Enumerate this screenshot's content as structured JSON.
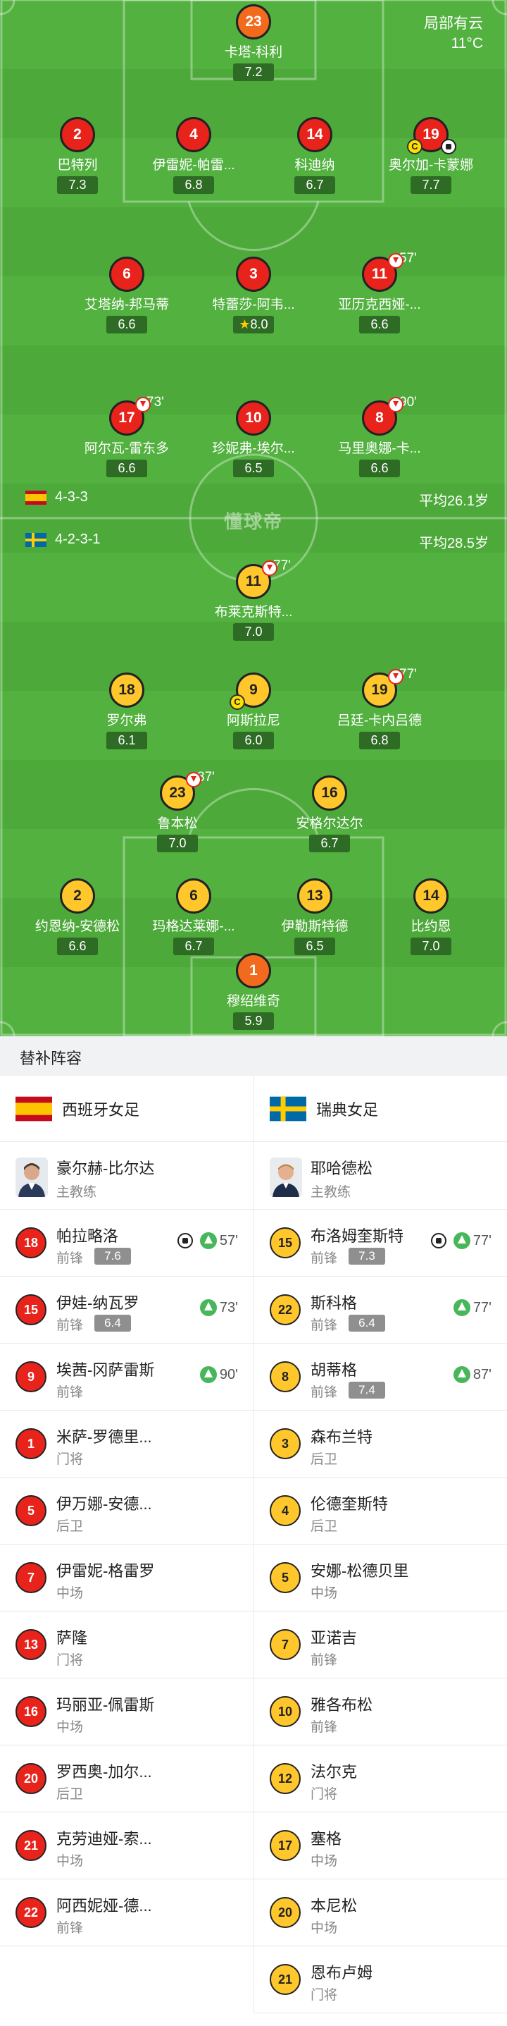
{
  "weather": {
    "condition": "局部有云",
    "temperature": "11°C"
  },
  "watermark": "懂球帝",
  "home_team": {
    "name": "西班牙女足",
    "formation": "4-3-3",
    "avg_age": "平均26.1岁",
    "players": [
      {
        "num": "23",
        "name": "卡塔-科利",
        "rating": "7.2"
      },
      {
        "num": "2",
        "name": "巴特列",
        "rating": "7.3"
      },
      {
        "num": "4",
        "name": "伊雷妮-帕雷...",
        "rating": "6.8"
      },
      {
        "num": "14",
        "name": "科迪纳",
        "rating": "6.7"
      },
      {
        "num": "19",
        "name": "奥尔加-卡蒙娜",
        "rating": "7.7",
        "captain": "C"
      },
      {
        "num": "6",
        "name": "艾塔纳-邦马蒂",
        "rating": "6.6"
      },
      {
        "num": "3",
        "name": "特蕾莎-阿韦...",
        "rating": "8.0"
      },
      {
        "num": "11",
        "name": "亚历克西娅-...",
        "rating": "6.6",
        "sub_minute": "57'"
      },
      {
        "num": "17",
        "name": "阿尔瓦-雷东多",
        "rating": "6.6",
        "sub_minute": "73'"
      },
      {
        "num": "10",
        "name": "珍妮弗-埃尔...",
        "rating": "6.5"
      },
      {
        "num": "8",
        "name": "马里奥娜-卡...",
        "rating": "6.6",
        "sub_minute": "90'"
      }
    ]
  },
  "away_team": {
    "name": "瑞典女足",
    "formation": "4-2-3-1",
    "avg_age": "平均28.5岁",
    "players": [
      {
        "num": "11",
        "name": "布莱克斯特...",
        "rating": "7.0",
        "sub_minute": "77'"
      },
      {
        "num": "18",
        "name": "罗尔弗",
        "rating": "6.1"
      },
      {
        "num": "9",
        "name": "阿斯拉尼",
        "rating": "6.0",
        "captain": "C"
      },
      {
        "num": "19",
        "name": "吕廷-卡内吕德",
        "rating": "6.8",
        "sub_minute": "77'"
      },
      {
        "num": "23",
        "name": "鲁本松",
        "rating": "7.0",
        "sub_minute": "87'"
      },
      {
        "num": "16",
        "name": "安格尔达尔",
        "rating": "6.7"
      },
      {
        "num": "2",
        "name": "约恩纳-安德松",
        "rating": "6.6"
      },
      {
        "num": "6",
        "name": "玛格达莱娜-...",
        "rating": "6.7"
      },
      {
        "num": "13",
        "name": "伊勒斯特德",
        "rating": "6.5"
      },
      {
        "num": "14",
        "name": "比约恩",
        "rating": "7.0"
      },
      {
        "num": "1",
        "name": "穆绍维奇",
        "rating": "5.9"
      }
    ]
  },
  "subs": {
    "header": "替补阵容",
    "home": {
      "team_name": "西班牙女足",
      "coach": {
        "name": "豪尔赫-比尔达",
        "role": "主教练"
      },
      "players": [
        {
          "num": "18",
          "name": "帕拉略洛",
          "pos": "前锋",
          "rating": "7.6",
          "minute": "57'",
          "goal": true
        },
        {
          "num": "15",
          "name": "伊娃-纳瓦罗",
          "pos": "前锋",
          "rating": "6.4",
          "minute": "73'"
        },
        {
          "num": "9",
          "name": "埃茜-冈萨雷斯",
          "pos": "前锋",
          "minute": "90'"
        },
        {
          "num": "1",
          "name": "米萨-罗德里...",
          "pos": "门将"
        },
        {
          "num": "5",
          "name": "伊万娜-安德...",
          "pos": "后卫"
        },
        {
          "num": "7",
          "name": "伊雷妮-格雷罗",
          "pos": "中场"
        },
        {
          "num": "13",
          "name": "萨隆",
          "pos": "门将"
        },
        {
          "num": "16",
          "name": "玛丽亚-佩雷斯",
          "pos": "中场"
        },
        {
          "num": "20",
          "name": "罗西奥-加尔...",
          "pos": "后卫"
        },
        {
          "num": "21",
          "name": "克劳迪娅-索...",
          "pos": "中场"
        },
        {
          "num": "22",
          "name": "阿西妮娅-德...",
          "pos": "前锋"
        }
      ]
    },
    "away": {
      "team_name": "瑞典女足",
      "coach": {
        "name": "耶哈德松",
        "role": "主教练"
      },
      "players": [
        {
          "num": "15",
          "name": "布洛姆奎斯特",
          "pos": "前锋",
          "rating": "7.3",
          "minute": "77'",
          "goal": true
        },
        {
          "num": "22",
          "name": "斯科格",
          "pos": "前锋",
          "rating": "6.4",
          "minute": "77'"
        },
        {
          "num": "8",
          "name": "胡蒂格",
          "pos": "前锋",
          "rating": "7.4",
          "minute": "87'"
        },
        {
          "num": "3",
          "name": "森布兰特",
          "pos": "后卫"
        },
        {
          "num": "4",
          "name": "伦德奎斯特",
          "pos": "后卫"
        },
        {
          "num": "5",
          "name": "安娜-松德贝里",
          "pos": "中场"
        },
        {
          "num": "7",
          "name": "亚诺吉",
          "pos": "前锋"
        },
        {
          "num": "10",
          "name": "雅各布松",
          "pos": "前锋"
        },
        {
          "num": "12",
          "name": "法尔克",
          "pos": "门将"
        },
        {
          "num": "17",
          "name": "塞格",
          "pos": "中场"
        },
        {
          "num": "20",
          "name": "本尼松",
          "pos": "中场"
        },
        {
          "num": "21",
          "name": "恩布卢姆",
          "pos": "门将"
        }
      ]
    }
  },
  "colors": {
    "pitch": "#4daa3a",
    "home_badge": "#e8231b",
    "away_badge": "#ffc72b",
    "gk_badge": "#f26a1d",
    "rating_bg": "#2e6b24"
  }
}
